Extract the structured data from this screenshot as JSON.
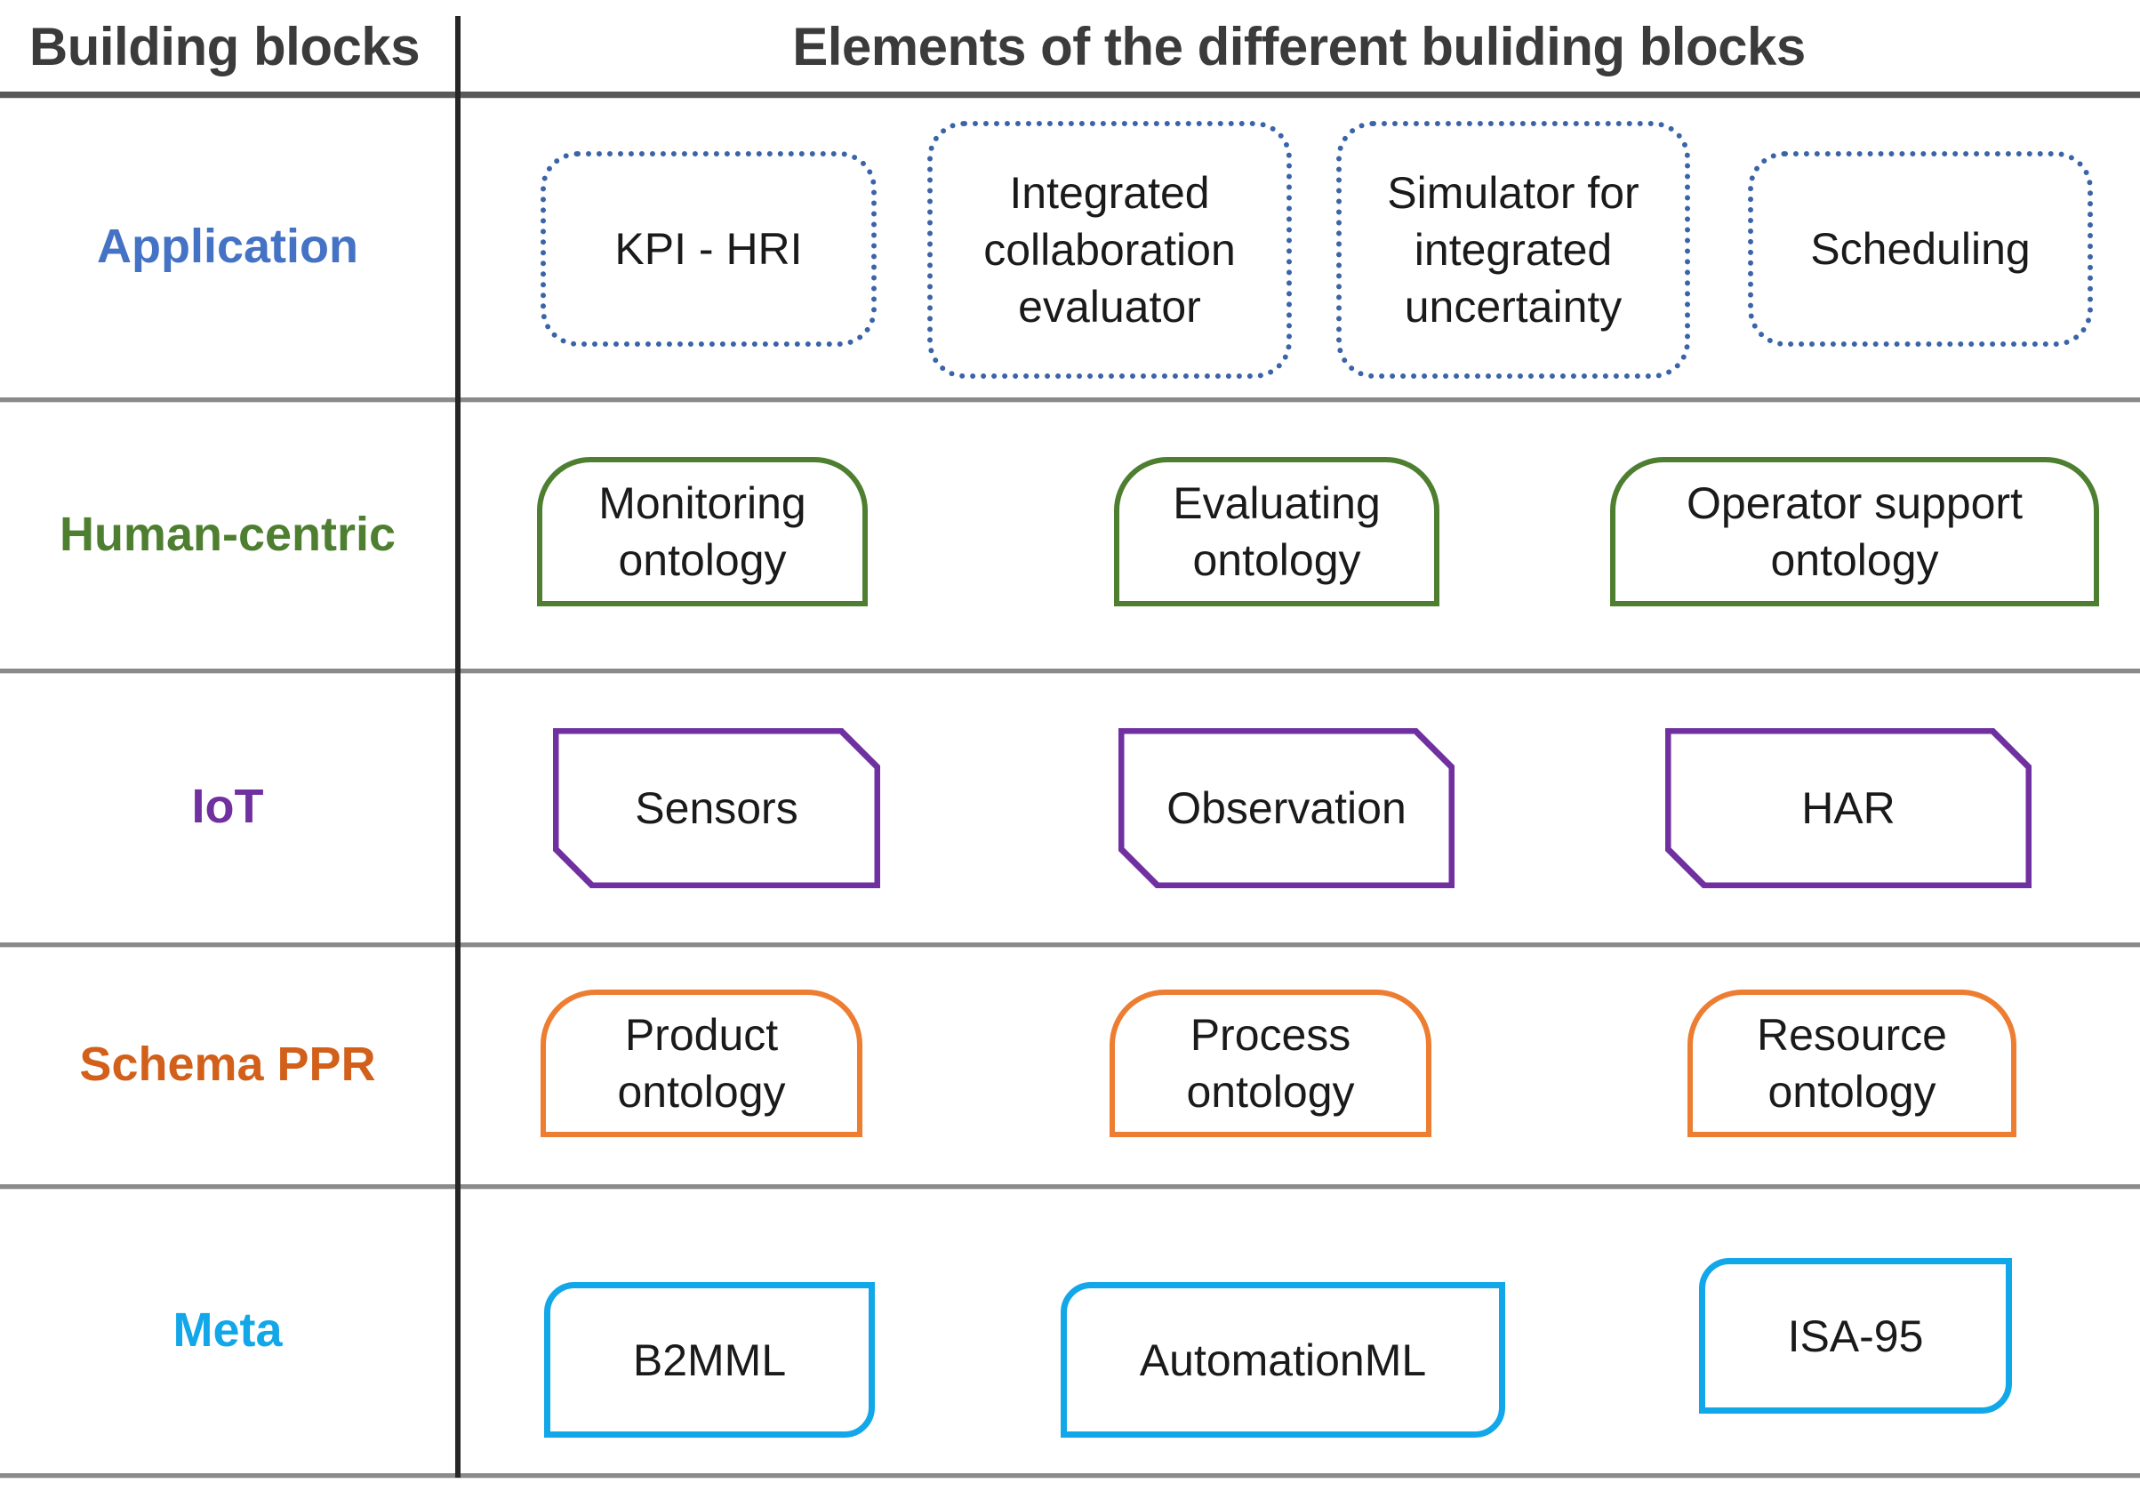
{
  "header": {
    "left_title": "Building blocks",
    "right_title": "Elements of the different buliding blocks"
  },
  "colors": {
    "application": "#4472C4",
    "human_centric": "#4E7F31",
    "iot": "#7030A0",
    "schema_ppr": "#D2601A",
    "meta": "#12A7E8",
    "rule": "#8A8A8A",
    "divider": "#262626",
    "text": "#1A1A1A"
  },
  "rows": [
    {
      "id": "application",
      "label": "Application",
      "label_color": "#4472C4",
      "shape": "dotted-rounded-rect",
      "border_color": "#3A64A8",
      "elements": [
        {
          "label": "KPI - HRI"
        },
        {
          "label": "Integrated collaboration evaluator"
        },
        {
          "label": "Simulator for integrated uncertainty"
        },
        {
          "label": "Scheduling"
        }
      ]
    },
    {
      "id": "human-centric",
      "label": "Human-centric",
      "label_color": "#4E7F31",
      "shape": "top-rounded-rect",
      "border_color": "#4E7F31",
      "elements": [
        {
          "label": "Monitoring ontology"
        },
        {
          "label": "Evaluating ontology"
        },
        {
          "label": "Operator support ontology"
        }
      ]
    },
    {
      "id": "iot",
      "label": "IoT",
      "label_color": "#7030A0",
      "shape": "snipped-corner-rect",
      "border_color": "#7030A0",
      "elements": [
        {
          "label": "Sensors"
        },
        {
          "label": "Observation"
        },
        {
          "label": "HAR"
        }
      ]
    },
    {
      "id": "schema-ppr",
      "label": "Schema PPR",
      "label_color": "#D2601A",
      "shape": "top-rounded-rect",
      "border_color": "#ED7D31",
      "elements": [
        {
          "label": "Product ontology"
        },
        {
          "label": "Process ontology"
        },
        {
          "label": "Resource ontology"
        }
      ]
    },
    {
      "id": "meta",
      "label": "Meta",
      "label_color": "#12A7E8",
      "shape": "diagonal-rounded-rect",
      "border_color": "#12A7E8",
      "elements": [
        {
          "label": "B2MML"
        },
        {
          "label": "AutomationML"
        },
        {
          "label": "ISA-95"
        }
      ]
    }
  ]
}
